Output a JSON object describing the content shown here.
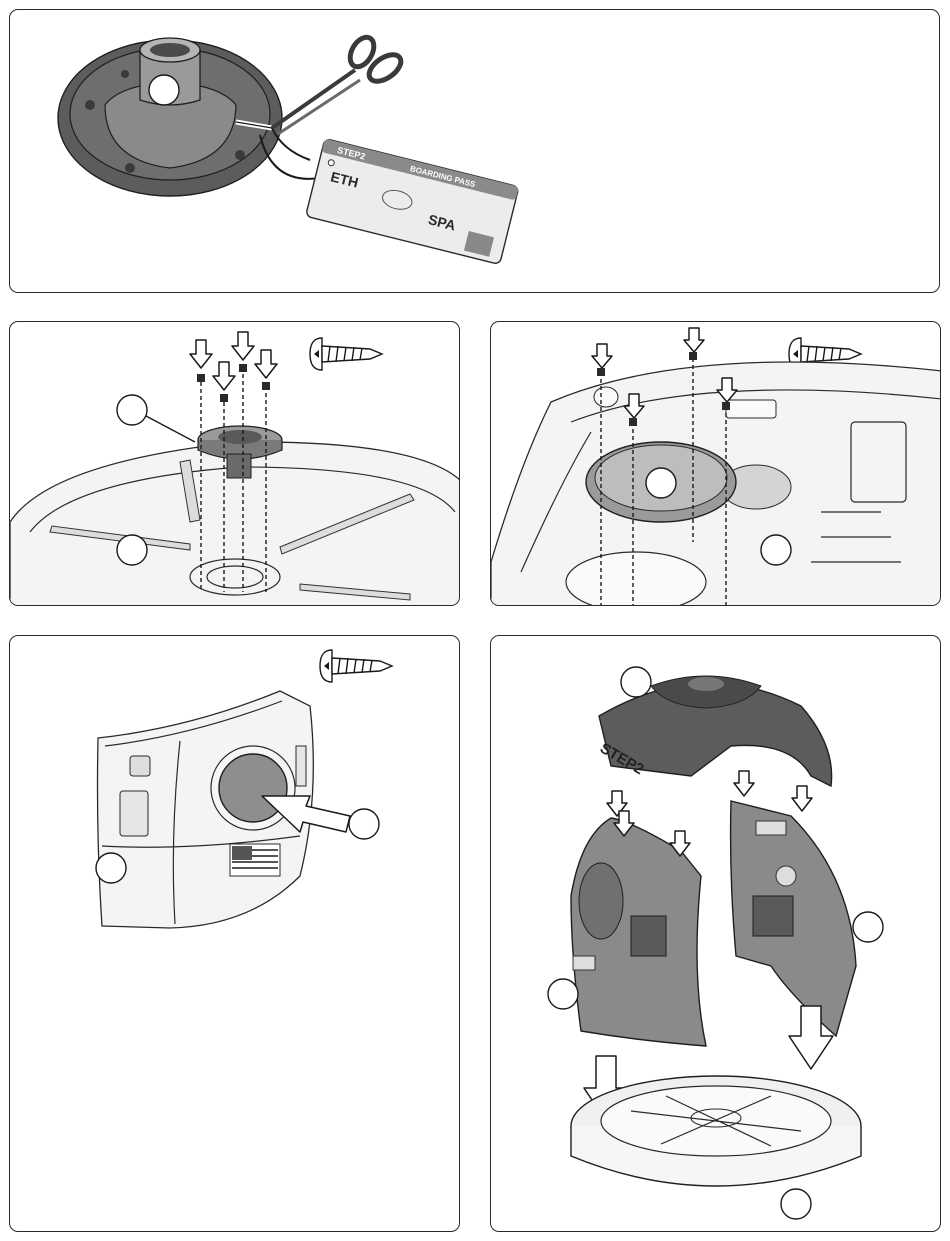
{
  "tag": {
    "brand": "STEP2",
    "pass_label": "BOARDING PASS",
    "from_code": "ETH",
    "to_code": "SPA"
  },
  "dome": {
    "brand": "STEP2"
  }
}
